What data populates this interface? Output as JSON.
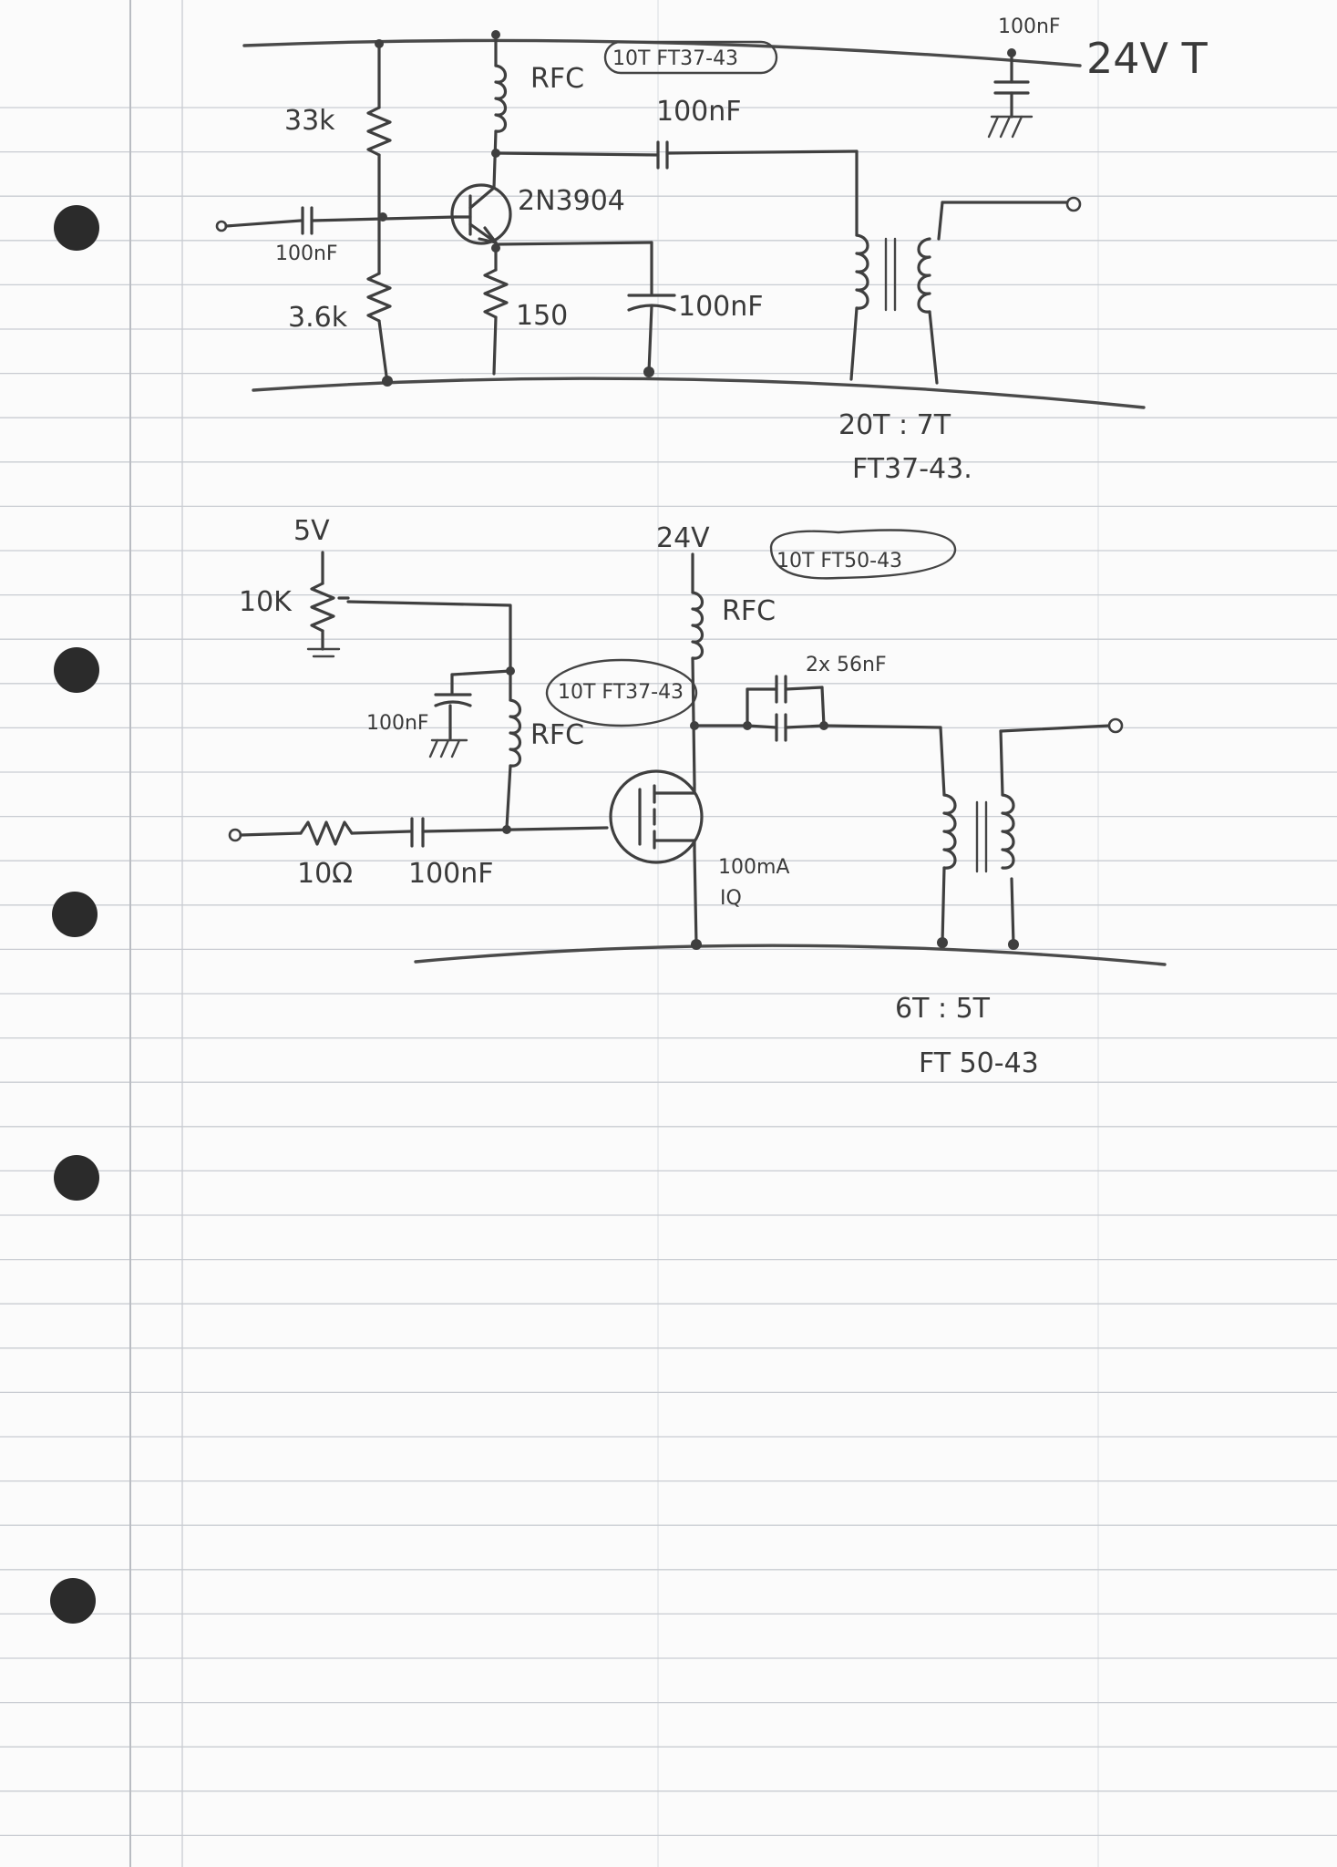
{
  "circuit_1": {
    "supply_label": "24V T",
    "decoupling_cap": "100nF",
    "bias_top_resistor": "33k",
    "bias_bottom_resistor": "3.6k",
    "input_cap": "100nF",
    "transistor": "2N3904",
    "collector_choke": "RFC",
    "choke_note": "10T FT37-43",
    "coupling_cap": "100nF",
    "emitter_resistor": "150",
    "emitter_bypass_cap": "100nF",
    "transformer_ratio": "20T : 7T",
    "transformer_core": "FT37-43."
  },
  "circuit_2": {
    "gate_bias_supply": "5V",
    "bias_pot": "10K",
    "gate_bypass_cap": "100nF",
    "gate_choke": "RFC",
    "gate_choke_note": "10T FT37-43",
    "gate_resistor": "10Ω",
    "gate_input_cap": "100nF",
    "supply_label": "24V",
    "drain_choke": "RFC",
    "drain_choke_note": "10T FT50-43",
    "coupling_caps": "2x 56nF",
    "quiescent_current": "100mA",
    "quiescent_label": "IQ",
    "transformer_ratio": "6T : 5T",
    "transformer_core": "FT 50-43"
  }
}
